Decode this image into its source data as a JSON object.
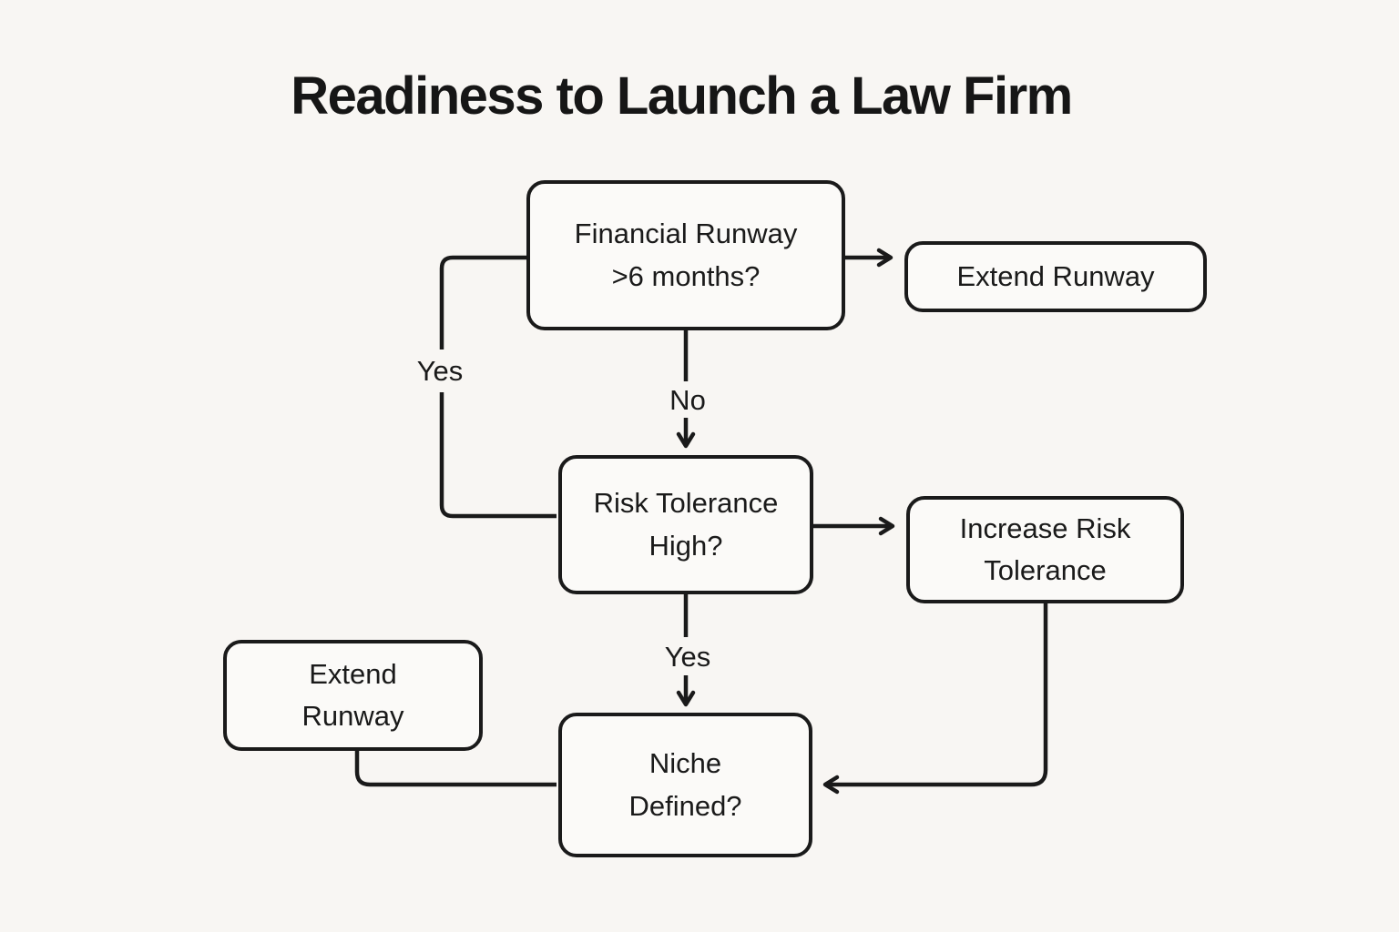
{
  "title": "Readiness to Launch a Law Firm",
  "colors": {
    "ink": "#1a1a1a",
    "background": "#f8f6f3",
    "node_fill": "#fbfaf8"
  },
  "nodes": {
    "financial_runway": {
      "label": "Financial Runway\n>6 months?"
    },
    "extend_runway_right": {
      "label": "Extend Runway"
    },
    "risk_tolerance": {
      "label": "Risk Tolerance\nHigh?"
    },
    "increase_risk_tolerance": {
      "label": "Increase Risk\nTolerance"
    },
    "extend_runway_left": {
      "label": "Extend\nRunway"
    },
    "niche_defined": {
      "label": "Niche\nDefined?"
    }
  },
  "edge_labels": {
    "yes_left": "Yes",
    "no_center": "No",
    "yes_center": "Yes"
  }
}
